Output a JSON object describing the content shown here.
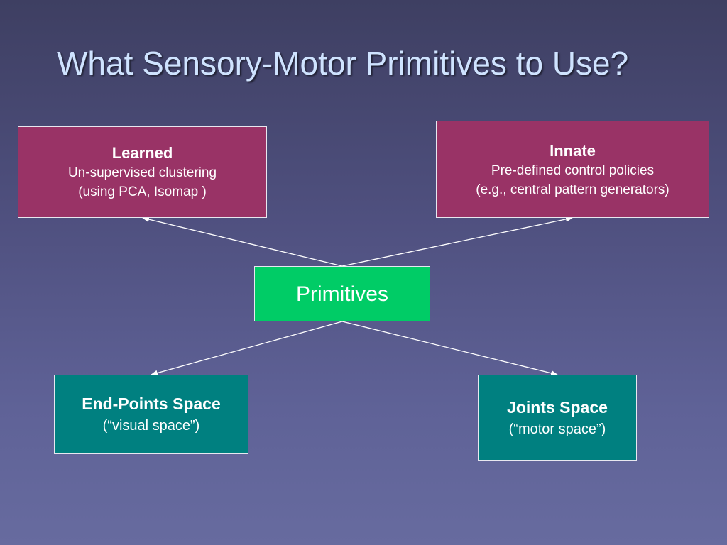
{
  "slide": {
    "title": "What Sensory-Motor Primitives to Use?"
  },
  "diagram": {
    "learned": {
      "heading": "Learned",
      "line1": "Un-supervised clustering",
      "line2": "(using PCA, Isomap )"
    },
    "innate": {
      "heading": "Innate",
      "line1": "Pre-defined control policies",
      "line2": "(e.g., central pattern generators)"
    },
    "center": {
      "label": "Primitives"
    },
    "endpoints": {
      "heading": "End-Points Space",
      "line1": "(“visual space”)"
    },
    "joints": {
      "heading": "Joints Space",
      "line1": "(“motor space”)"
    },
    "colors": {
      "background": "#4f507f",
      "title": "#cfe3ff",
      "top_boxes": "#993366",
      "center_box": "#00cc66",
      "bottom_boxes": "#008080",
      "arrows": "#ffffff"
    }
  }
}
